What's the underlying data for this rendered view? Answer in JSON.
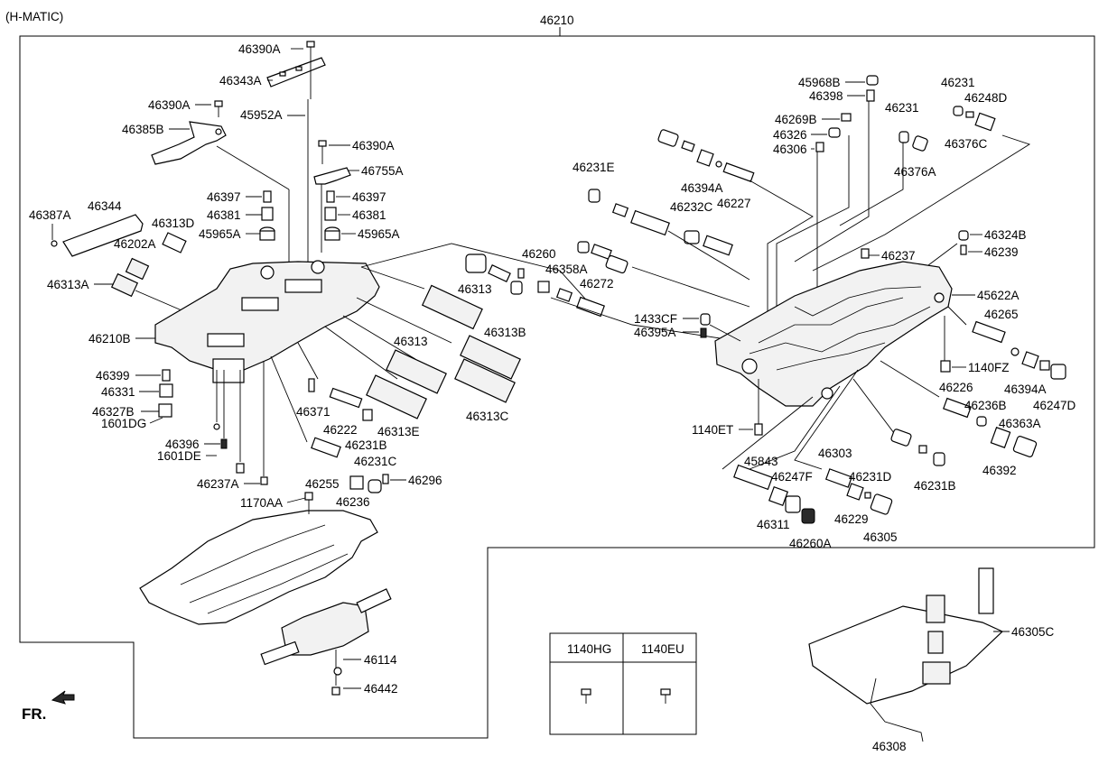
{
  "header": {
    "variant": "(H-MATIC)",
    "assembly": "46210"
  },
  "orientation": {
    "label": "FR."
  },
  "callouts": {
    "p46390A_top": "46390A",
    "p46343A": "46343A",
    "p46390A_left": "46390A",
    "p46385B": "46385B",
    "p45952A": "45952A",
    "p46390A_mid": "46390A",
    "p46755A": "46755A",
    "p46397_l": "46397",
    "p46381_l": "46381",
    "p45965A_l": "45965A",
    "p46397_r": "46397",
    "p46381_r": "46381",
    "p45965A_r": "45965A",
    "p46387A": "46387A",
    "p46344": "46344",
    "p46313D": "46313D",
    "p46202A": "46202A",
    "p46313A": "46313A",
    "p46210B": "46210B",
    "p46399": "46399",
    "p46331": "46331",
    "p46327B": "46327B",
    "p1601DG": "1601DG",
    "p46396": "46396",
    "p1601DE": "1601DE",
    "p46237A": "46237A",
    "p1170AA": "1170AA",
    "p46371": "46371",
    "p46222": "46222",
    "p46231B_l": "46231B",
    "p46313E": "46313E",
    "p46313_a": "46313",
    "p46313_b": "46313",
    "p46313B": "46313B",
    "p46313C": "46313C",
    "p46255": "46255",
    "p46231C": "46231C",
    "p46296": "46296",
    "p46236": "46236",
    "p46114": "46114",
    "p46442": "46442",
    "p46260": "46260",
    "p46358A": "46358A",
    "p46272": "46272",
    "p46231E": "46231E",
    "p46232C": "46232C",
    "p46394A_top": "46394A",
    "p46227": "46227",
    "p45968B": "45968B",
    "p46398": "46398",
    "p46269B": "46269B",
    "p46326": "46326",
    "p46306": "46306",
    "p46231_a": "46231",
    "p46231_b": "46231",
    "p46248D": "46248D",
    "p46376C": "46376C",
    "p46376A": "46376A",
    "p46324B": "46324B",
    "p46239": "46239",
    "p46237": "46237",
    "p45622A": "45622A",
    "p46265": "46265",
    "p1433CF": "1433CF",
    "p46395A": "46395A",
    "p1140FZ": "1140FZ",
    "p46394A_r": "46394A",
    "p46247D": "46247D",
    "p46226": "46226",
    "p46236B": "46236B",
    "p46363A": "46363A",
    "p46392": "46392",
    "p1140ET": "1140ET",
    "p46303": "46303",
    "p45843": "45843",
    "p46247F": "46247F",
    "p46231D": "46231D",
    "p46231B_r": "46231B",
    "p46311": "46311",
    "p46229": "46229",
    "p46305": "46305",
    "p46260A": "46260A",
    "p46305C": "46305C",
    "p46308": "46308"
  },
  "bolt_table": {
    "col1": "1140HG",
    "col2": "1140EU"
  }
}
